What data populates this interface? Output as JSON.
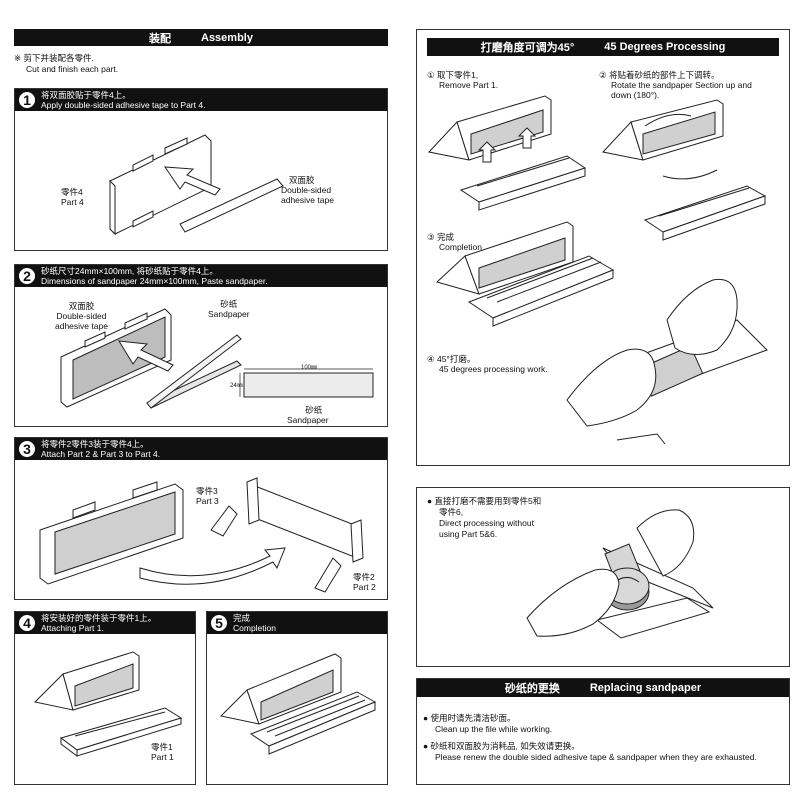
{
  "assembly": {
    "header_cn": "装配",
    "header_en": "Assembly",
    "note_cn": "※ 剪下并装配各零件.",
    "note_en": "Cut and finish each part.",
    "step1": {
      "num": "1",
      "cn": "将双面胶贴于零件4上。",
      "en": "Apply double-sided adhesive tape to Part 4.",
      "part4_cn": "零件4",
      "part4_en": "Part 4",
      "tape_cn": "双面胶",
      "tape_en1": "Double-sided",
      "tape_en2": "adhesive tape"
    },
    "step2": {
      "num": "2",
      "cn": "砂纸尺寸24mm×100mm, 将砂纸贴于零件4上。",
      "en": "Dimensions of sandpaper 24mm×100mm, Paste sandpaper.",
      "tape_cn": "双面胶",
      "tape_en1": "Double-sided",
      "tape_en2": "adhesive tape",
      "sand_cn": "砂纸",
      "sand_en": "Sandpaper",
      "dim_w": "100㎜",
      "dim_h": "24㎜",
      "sand2_cn": "砂纸",
      "sand2_en": "Sandpaper"
    },
    "step3": {
      "num": "3",
      "cn": "将零件2零件3装于零件4上。",
      "en": "Attach Part 2 & Part 3 to Part 4.",
      "part3_cn": "零件3",
      "part3_en": "Part 3",
      "part2_cn": "零件2",
      "part2_en": "Part 2"
    },
    "step4": {
      "num": "4",
      "cn": "将安装好的零件装于零件1上。",
      "en": "Attaching Part 1.",
      "part1_cn": "零件1",
      "part1_en": "Part 1"
    },
    "step5": {
      "num": "5",
      "cn": "完成",
      "en": "Completion"
    }
  },
  "degrees": {
    "header_cn": "打磨角度可调为45°",
    "header_en": "45 Degrees Processing",
    "s1_cn": "① 取下零件1,",
    "s1_en": "Remove Part 1.",
    "s2_cn": "② 将贴着砂纸的部件上下调转。",
    "s2_en1": "Rotate the sandpaper Section up and",
    "s2_en2": "down (180°).",
    "s3_cn": "③ 完成",
    "s3_en": "Completion",
    "s4_cn": "④ 45°打磨。",
    "s4_en": "45 degrees processing work."
  },
  "direct": {
    "cn1": "● 直接打磨不需要用到零件5和",
    "cn2": "零件6,",
    "en1": "Direct processing without",
    "en2": "using Part 5&6."
  },
  "replace": {
    "header_cn": "砂纸的更换",
    "header_en": "Replacing sandpaper",
    "b1_cn": "● 使用时请先清洁砂面。",
    "b1_en": "Clean up the file while working.",
    "b2_cn": "● 砂纸和双面胶为消耗品, 如失效请更换。",
    "b2_en": "Please renew the double sided adhesive tape & sandpaper when they are exhausted."
  }
}
